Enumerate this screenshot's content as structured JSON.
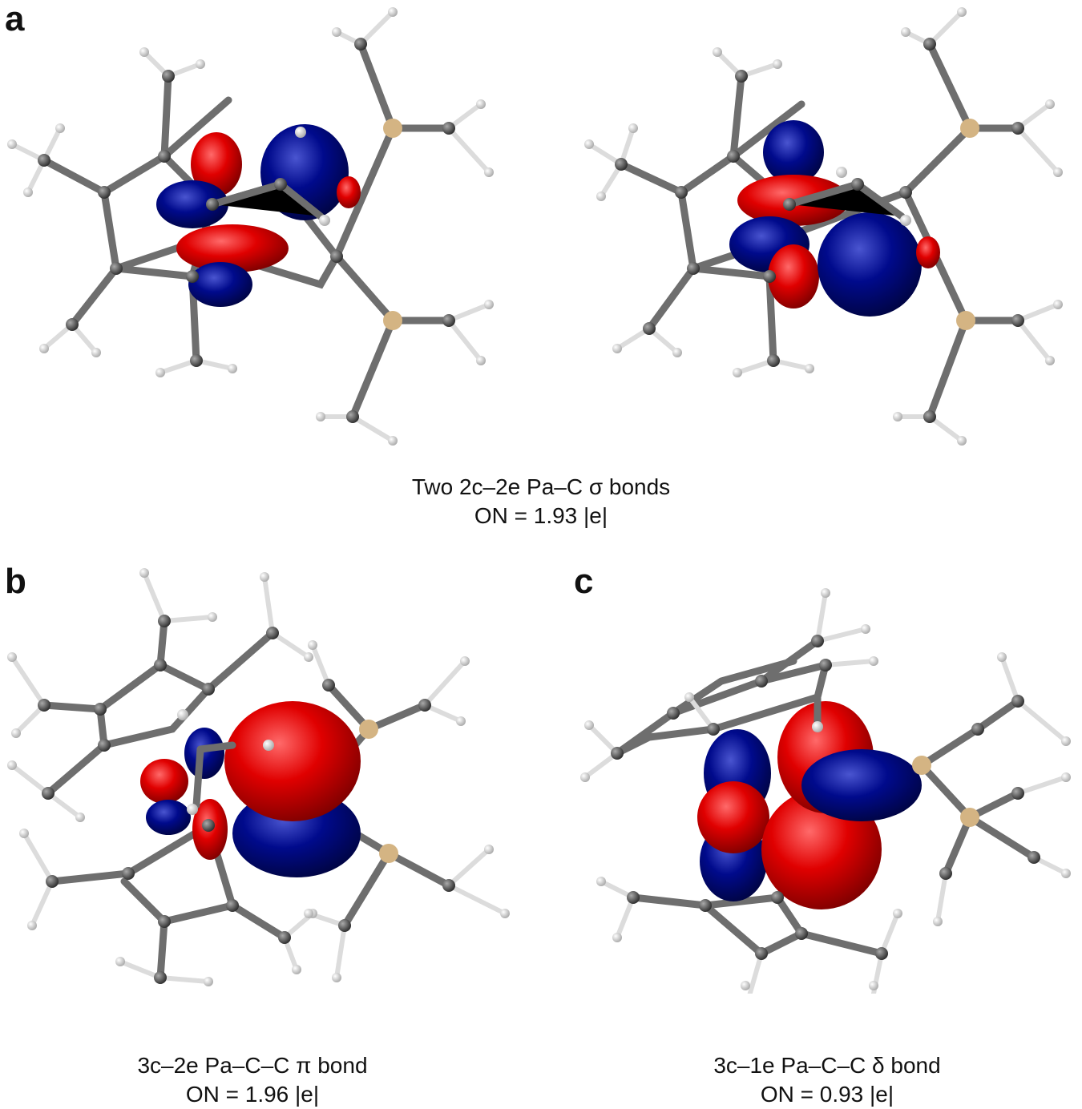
{
  "panels": {
    "a": {
      "letter": "a",
      "caption_line1": "Two 2c–2e Pa–C σ bonds",
      "caption_line2": "ON = 1.93 |e|"
    },
    "b": {
      "letter": "b",
      "caption_line1": "3c–2e Pa–C–C π bond",
      "caption_line2": "ON = 1.96  |e|"
    },
    "c": {
      "letter": "c",
      "caption_line1": "3c–1e Pa–C–C δ bond",
      "caption_line2": "ON = 0.93  |e|"
    }
  },
  "colors": {
    "bond": "#6e6e6e",
    "carbon": "#5a5a5a",
    "hydrogen": "#e8e8e8",
    "phosphorus": "#d4b483",
    "lobe_positive": "#e00000",
    "lobe_negative": "#000a8c"
  }
}
